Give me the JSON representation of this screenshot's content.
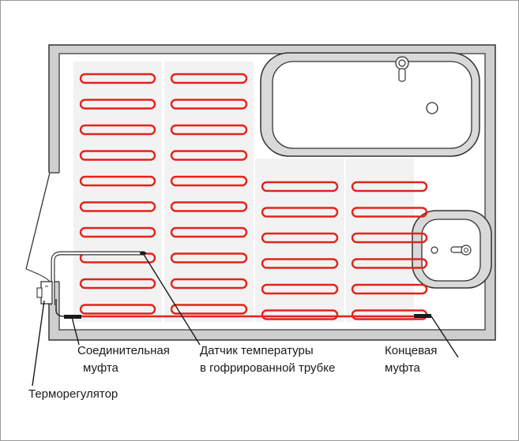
{
  "colors": {
    "heating_cable": "#e3231b",
    "wall": "#cfcfcf",
    "outline": "#333333",
    "mat": "#f2f2f2",
    "fixture": "#d9d9d9"
  },
  "labels": {
    "connector": {
      "line1": "Соединительная",
      "line2": "муфта"
    },
    "sensor": {
      "line1": "Датчик температуры",
      "line2": "в гофрированной трубке"
    },
    "end_cap": {
      "line1": "Концевая",
      "line2": "муфта"
    },
    "thermostat": "Терморегулятор"
  },
  "mats": [
    {
      "name": "mat-1",
      "loops": 10
    },
    {
      "name": "mat-2",
      "loops": 10
    },
    {
      "name": "mat-3",
      "loops": 6
    },
    {
      "name": "mat-4",
      "loops": 6
    }
  ],
  "icons": [
    "bathtub-icon",
    "sink-icon",
    "faucet-icon",
    "door-icon",
    "thermostat-icon"
  ]
}
